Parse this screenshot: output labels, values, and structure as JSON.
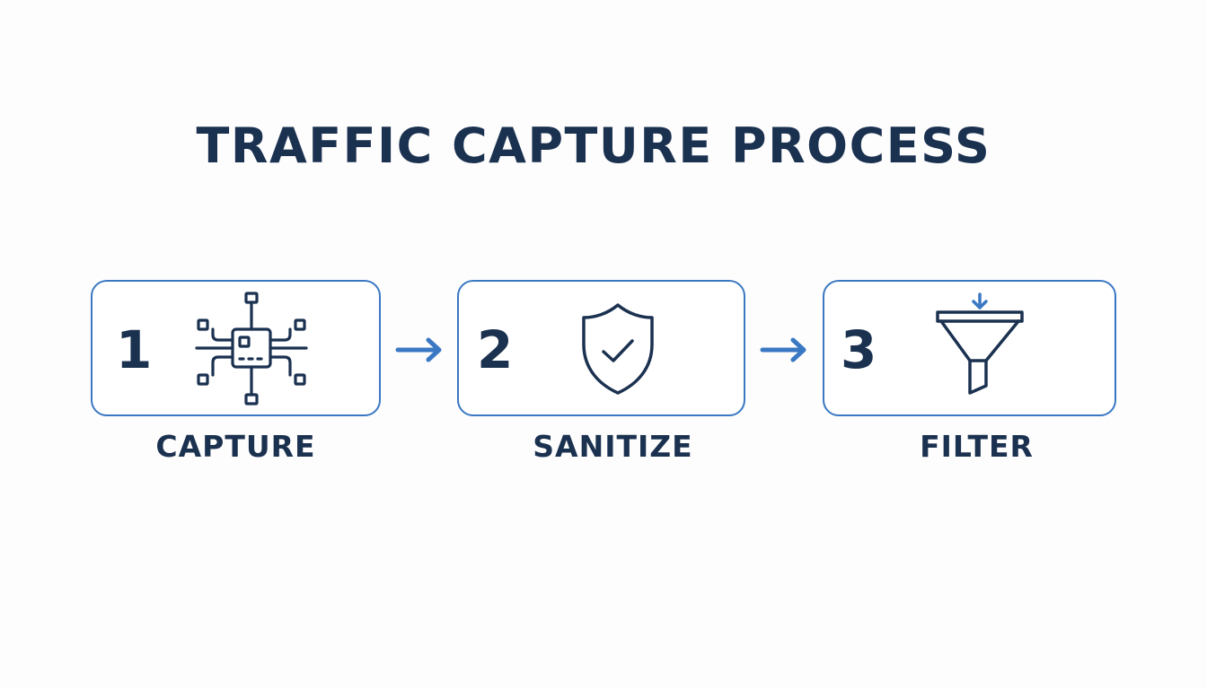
{
  "title": "TRAFFIC CAPTURE PROCESS",
  "colors": {
    "text": "#1b3150",
    "accent": "#3a78c3",
    "background": "#fdfdfd"
  },
  "steps": [
    {
      "number": "1",
      "label": "CAPTURE",
      "icon": "network-chip-icon"
    },
    {
      "number": "2",
      "label": "SANITIZE",
      "icon": "shield-check-icon"
    },
    {
      "number": "3",
      "label": "FILTER",
      "icon": "funnel-icon"
    }
  ]
}
